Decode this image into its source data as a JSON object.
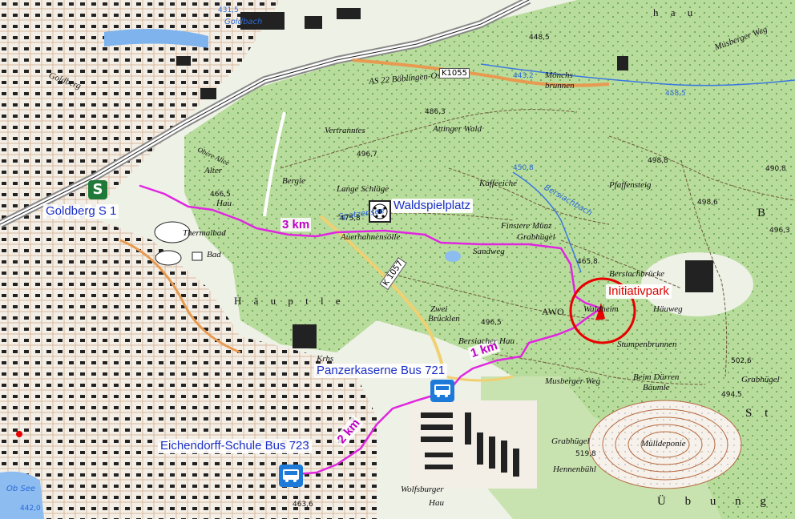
{
  "poi": {
    "goldberg": "Goldberg S 1",
    "waldspielplatz": "Waldspielplatz",
    "initiativpark": "Initiativpark",
    "panzerkaserne": "Panzerkaserne Bus 721",
    "eichendorff": "Eichendorff-Schule Bus 723"
  },
  "distances": {
    "d3": "3 km",
    "d1": "1 km",
    "d2": "2 km"
  },
  "icons": {
    "sbahn": "s-bahn-icon",
    "playground": "soccer-ball-icon",
    "bus": "bus-icon",
    "marker": "red-flag-icon",
    "sbahn_letter": "S"
  },
  "topo": {
    "hau": "h a u",
    "vertrannte": "Vertranntes",
    "attinger": "Attinger Wald",
    "alter": "Alter",
    "bergle": "Bergle",
    "lange": "Lange Schläge",
    "hau2": "Hau",
    "auerhahn": "Auerhahnensölle",
    "finstere": "Finstere Münz",
    "grabhuegel": "Grabhügel",
    "kaffeeiche": "Kaffeeiche",
    "pfaffensteig": "Pfaffensteig",
    "sandweg": "Sandweg",
    "thermalbad": "Thermalbad",
    "bad": "Bad",
    "haeuple": "H ä u p t l e",
    "zwei": "Zwei",
    "bruecklen": "Brücklen",
    "bersiach": "Bersiachbrücke",
    "waldheim": "Waldheim",
    "haeuweg": "Häuweg",
    "stumpen": "Stumpenbrunnen",
    "musberger": "Musberger Weg",
    "musberger2": "Musberger Weg",
    "duerren": "Beim Dürren",
    "baeumle": "Bäumle",
    "muelldeponie": "Mülldeponie",
    "wolfsburger": "Wolfsburger",
    "hau3": "Hau",
    "hennenbuehl": "Hennenbühl",
    "grabhuegel2": "Grabhügel",
    "grabhuegel3": "Grabhügel",
    "ubung": "Ü b u n g",
    "st": "S t",
    "b": "B",
    "moenchs": "Mönchs",
    "brunnen": "brunnen",
    "awo": "AWO",
    "boeblingen": "AS 22 Böblingen-Ost",
    "goldbach": "Goldbach",
    "goldberg_topo": "Goldberg",
    "obere": "Obere Allee",
    "spatzensee": "Spatzensee",
    "bersiachbach": "Bersiachbach",
    "ob_see": "Ob See",
    "krhs": "Krhs",
    "beerengarten": "Bersiacher Hau"
  },
  "roads": {
    "k1055": "K1055",
    "k1057": "K 1057"
  },
  "elevations": {
    "e1": "448,5",
    "e2": "486,3",
    "e3": "496,7",
    "e4": "475,8",
    "e5": "466,5",
    "e6": "465,8",
    "e7": "498,8",
    "e8": "498,6",
    "e9": "490,8",
    "e10": "496,3",
    "e11": "496,5",
    "e12": "502,6",
    "e13": "494,5",
    "e14": "519,8",
    "e15": "463,6",
    "e16": "442,0",
    "e17": "431,5",
    "e18": "450,8",
    "e19": "458,5",
    "e20": "443,2"
  },
  "colors": {
    "route": "#e026e0",
    "forest": "#b7db9a",
    "forest_dark": "#8fc670",
    "water": "#3a78e0",
    "label_blue": "#1a2fc8",
    "circle_red": "#e80000"
  }
}
